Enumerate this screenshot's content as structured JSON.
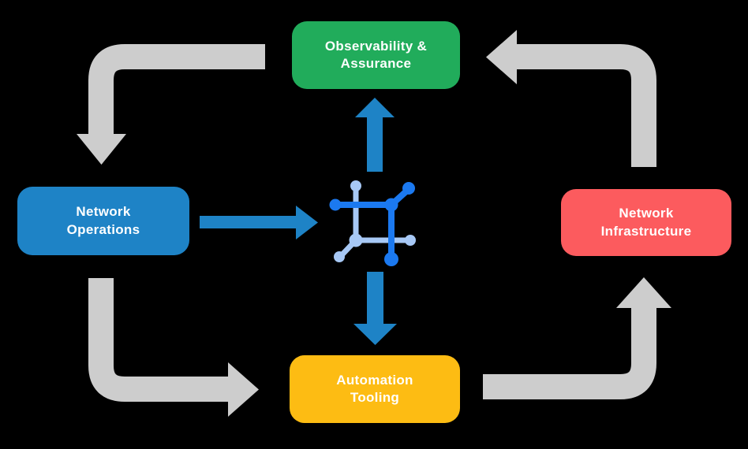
{
  "diagram": {
    "title_hint": "network automation lifecycle diagram",
    "background_color": "#000000",
    "text_color": "#FFFFFF",
    "nodes": [
      {
        "id": "observability",
        "lines": [
          "Observability &",
          "Assurance"
        ],
        "color": "#21AC5B"
      },
      {
        "id": "operations",
        "lines": [
          "Network",
          "Operations"
        ],
        "color": "#1E83C6"
      },
      {
        "id": "infrastructure",
        "lines": [
          "Network",
          "Infrastructure"
        ],
        "color": "#FC5B5E"
      },
      {
        "id": "tooling",
        "lines": [
          "Automation",
          "Tooling"
        ],
        "color": "#FDBC13"
      }
    ],
    "colors": {
      "cycle_arrow": "#CDCDCD",
      "straight_arrow": "#1E83C6",
      "icon_dark": "#1B79F0",
      "icon_light": "#A7C8F5"
    },
    "connections": {
      "gray_cycle": [
        "observability -> operations",
        "operations -> tooling",
        "tooling -> infrastructure",
        "infrastructure -> observability"
      ],
      "blue_straight": [
        "operations -> center-icon",
        "center-icon -> observability",
        "center-icon -> tooling"
      ]
    },
    "center_icon": "network-mesh-icon"
  }
}
